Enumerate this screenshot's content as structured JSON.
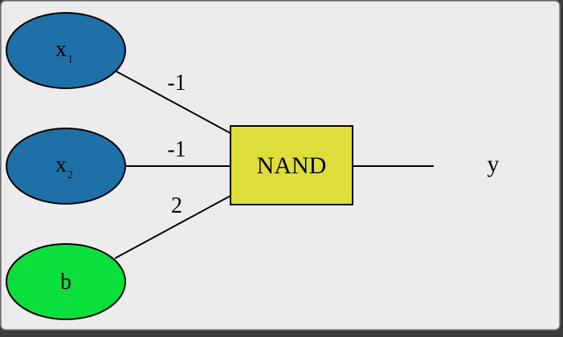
{
  "colors": {
    "background": "#ececec",
    "input_node": "#1f6fa8",
    "bias_node": "#0adf3c",
    "gate": "#dede3a",
    "stroke": "#000000"
  },
  "nodes": {
    "x1": {
      "base": "x",
      "sub": "1"
    },
    "x2": {
      "base": "x",
      "sub": "2"
    },
    "b": {
      "label": "b"
    }
  },
  "gate": {
    "label": "NAND"
  },
  "output": {
    "label": "y"
  },
  "weights": {
    "w1": "-1",
    "w2": "-1",
    "wb": "2"
  }
}
